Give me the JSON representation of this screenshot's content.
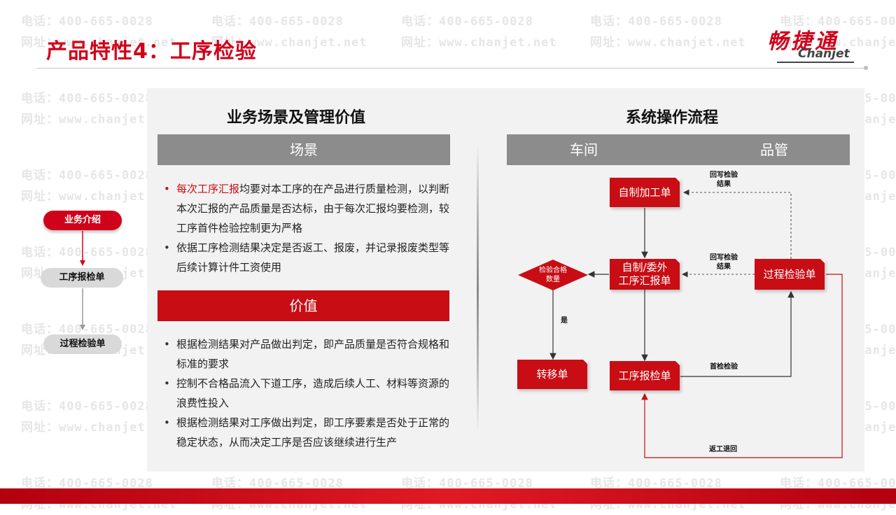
{
  "watermark": {
    "phone": "电话：400-665-0028",
    "site": "网址：www.chanjet.net"
  },
  "header": {
    "title": "产品特性4：工序检验"
  },
  "logo": {
    "cn": "畅捷通",
    "en": "Chanjet"
  },
  "nav": {
    "items": [
      {
        "label": "业务介绍",
        "active": true
      },
      {
        "label": "工序报检单",
        "active": false
      },
      {
        "label": "过程检验单",
        "active": false
      }
    ]
  },
  "left": {
    "title": "业务场景及管理价值",
    "scene_label": "场景",
    "scene_items": [
      {
        "highlight": "每次工序汇报",
        "text": "均要对本工序的在产品进行质量检测，以判断本次汇报的产品质量是否达标，由于每次汇报均要检测，较工序首件检验控制更为严格"
      },
      {
        "highlight": "",
        "text": "依据工序检测结果决定是否返工、报废，并记录报废类型等后续计算计件工资使用"
      }
    ],
    "value_label": "价值",
    "value_items": [
      "根据检测结果对产品做出判定，即产品质量是否符合规格和标准的要求",
      "控制不合格品流入下道工序，造成后续人工、材料等资源的浪费性投入",
      "根据检测结果对工序做出判定，即工序要素是否处于正常的稳定状态，从而决定工序是否应该继续进行生产"
    ]
  },
  "right": {
    "title": "系统操作流程",
    "col1": "车间",
    "col2": "品管",
    "flow": {
      "box_self_process": "自制加工单",
      "box_report_l1": "自制/委外",
      "box_report_l2": "工序汇报单",
      "box_inspect_report": "工序报检单",
      "box_transfer": "转移单",
      "box_process_inspect": "过程检验单",
      "diamond_l1": "检验合格",
      "diamond_l2": "数量",
      "label_writeback1_l1": "回写检验",
      "label_writeback1_l2": "结果",
      "label_writeback2_l1": "回写检验",
      "label_writeback2_l2": "结果",
      "label_yes": "是",
      "label_first": "首检检验",
      "label_rework": "返工退回"
    }
  },
  "colors": {
    "accent": "#c80d14",
    "brand": "#d0021b",
    "grey_bar": "#8c8c8c"
  }
}
